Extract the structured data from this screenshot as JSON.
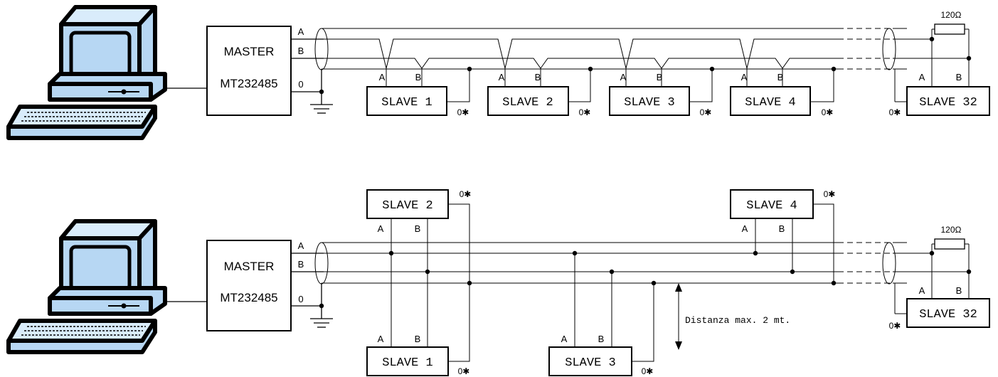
{
  "top": {
    "master": {
      "name": "MASTER",
      "model": "MT232485"
    },
    "lines": {
      "a": "A",
      "b": "B",
      "zero": "0"
    },
    "slaves": [
      {
        "label": "SLAVE 1",
        "pin_a": "A",
        "pin_b": "B",
        "ground": "0✱"
      },
      {
        "label": "SLAVE 2",
        "pin_a": "A",
        "pin_b": "B",
        "ground": "0✱"
      },
      {
        "label": "SLAVE 3",
        "pin_a": "A",
        "pin_b": "B",
        "ground": "0✱"
      },
      {
        "label": "SLAVE 4",
        "pin_a": "A",
        "pin_b": "B",
        "ground": "0✱"
      }
    ],
    "end_slave": {
      "label": "SLAVE 32",
      "pin_a": "A",
      "pin_b": "B",
      "ground": "0✱"
    },
    "resistor": "120Ω"
  },
  "bottom": {
    "master": {
      "name": "MASTER",
      "model": "MT232485"
    },
    "lines": {
      "a": "A",
      "b": "B",
      "zero": "0"
    },
    "slaves": [
      {
        "label": "SLAVE 1",
        "pin_a": "A",
        "pin_b": "B",
        "ground": "0✱"
      },
      {
        "label": "SLAVE 2",
        "pin_a": "A",
        "pin_b": "B",
        "ground": "0✱"
      },
      {
        "label": "SLAVE 3",
        "pin_a": "A",
        "pin_b": "B",
        "ground": "0✱"
      },
      {
        "label": "SLAVE 4",
        "pin_a": "A",
        "pin_b": "B",
        "ground": "0✱"
      }
    ],
    "end_slave": {
      "label": "SLAVE 32",
      "pin_a": "A",
      "pin_b": "B",
      "ground": "0✱"
    },
    "resistor": "120Ω",
    "distance_note": "Distanza max. 2 mt."
  }
}
